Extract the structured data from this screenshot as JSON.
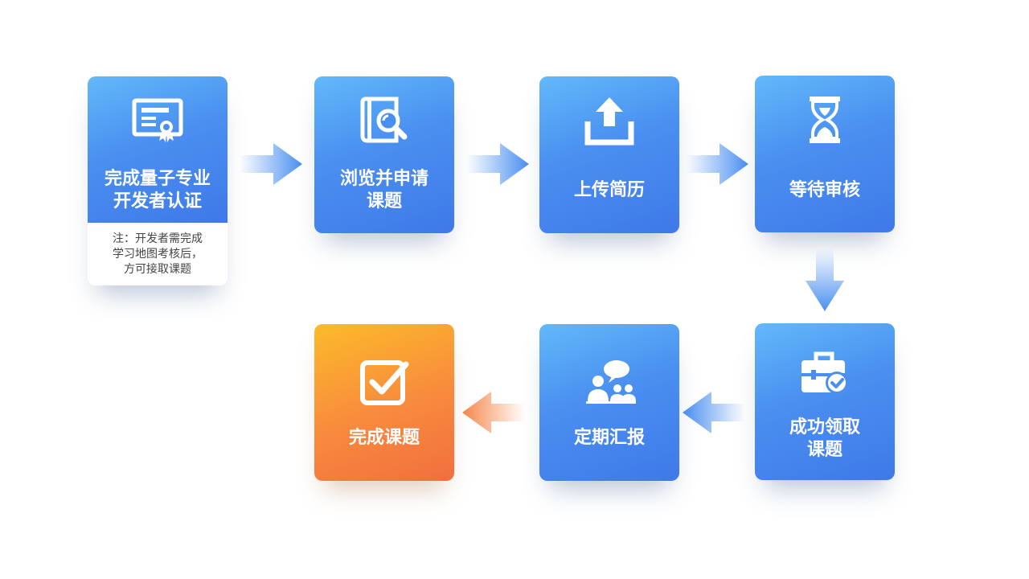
{
  "steps": {
    "certify": {
      "label_line1": "完成量子专业",
      "label_line2": "开发者认证",
      "note_line1": "注：开发者需完成",
      "note_line2": "学习地图考核后，",
      "note_line3": "方可接取课题",
      "icon": "certificate-icon"
    },
    "browse": {
      "label_line1": "浏览并申请",
      "label_line2": "课题",
      "icon": "book-search-icon"
    },
    "upload": {
      "label_line1": "上传简历",
      "icon": "upload-icon"
    },
    "review": {
      "label_line1": "等待审核",
      "icon": "hourglass-icon"
    },
    "claim": {
      "label_line1": "成功领取",
      "label_line2": "课题",
      "icon": "briefcase-check-icon"
    },
    "report": {
      "label_line1": "定期汇报",
      "icon": "meeting-icon"
    },
    "complete": {
      "label_line1": "完成课题",
      "icon": "checkbox-icon"
    }
  },
  "colors": {
    "blue_start": "#62b9fa",
    "blue_end": "#3f79e8",
    "orange_start": "#fcbb2a",
    "orange_end": "#f16f3f",
    "arrow_blue": "#4a8ff0",
    "arrow_orange": "#f5874a"
  }
}
